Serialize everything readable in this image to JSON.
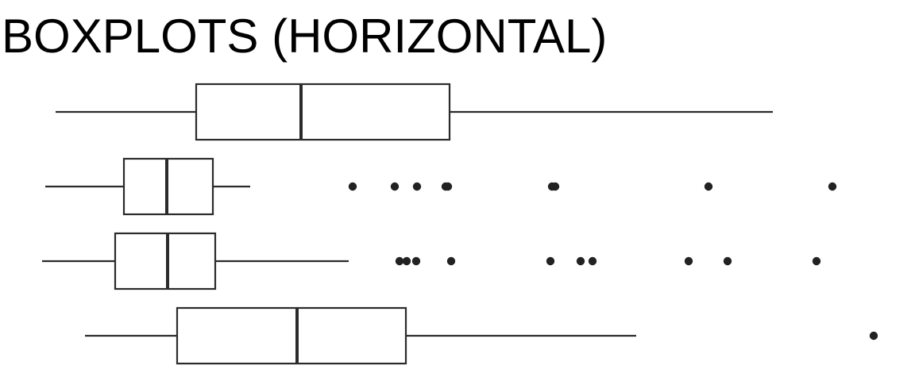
{
  "chart_data": {
    "type": "boxplot",
    "orientation": "horizontal",
    "title": "BOXPLOTS (HORIZONTAL)",
    "xlabel": "",
    "ylabel": "",
    "grid": false,
    "axes_visible": false,
    "colors": {
      "stroke": "#2b2b2b",
      "box_fill": "#ffffff",
      "outlier": "#222222",
      "title": "#000000"
    },
    "series": [
      {
        "whisker_low": 70,
        "q1": 247,
        "median": 379,
        "q3": 566,
        "whisker_high": 973,
        "outliers": []
      },
      {
        "whisker_low": 57,
        "q1": 156,
        "median": 210,
        "q3": 268,
        "whisker_high": 315,
        "outliers": [
          444,
          497,
          525,
          561,
          564,
          695,
          699,
          892,
          1048
        ]
      },
      {
        "whisker_low": 53,
        "q1": 145,
        "median": 211,
        "q3": 271,
        "whisker_high": 439,
        "outliers": [
          503,
          512,
          524,
          568,
          693,
          731,
          746,
          867,
          916,
          1028
        ]
      },
      {
        "whisker_low": 107,
        "q1": 223,
        "median": 374,
        "q3": 511,
        "whisker_high": 801,
        "outliers": [
          1100
        ]
      }
    ]
  }
}
